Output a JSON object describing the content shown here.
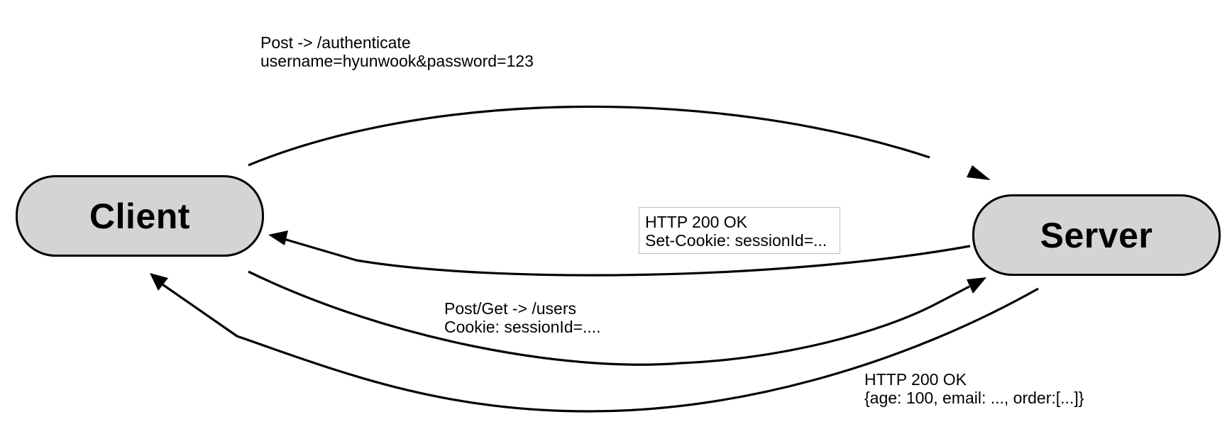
{
  "nodes": {
    "client": "Client",
    "server": "Server"
  },
  "messages": {
    "authenticate": {
      "line1": "Post -> /authenticate",
      "line2": "username=hyunwook&password=123"
    },
    "set_cookie": {
      "line1": "HTTP 200 OK",
      "line2": "Set-Cookie: sessionId=..."
    },
    "users_request": {
      "line1": "Post/Get -> /users",
      "line2": "Cookie: sessionId=...."
    },
    "users_response": {
      "line1": "HTTP 200 OK",
      "line2": "{age: 100, email: ..., order:[...]}"
    }
  },
  "colors": {
    "node_fill": "#d4d4d4",
    "stroke": "#000000",
    "label_box_border": "#bdbdbd"
  }
}
